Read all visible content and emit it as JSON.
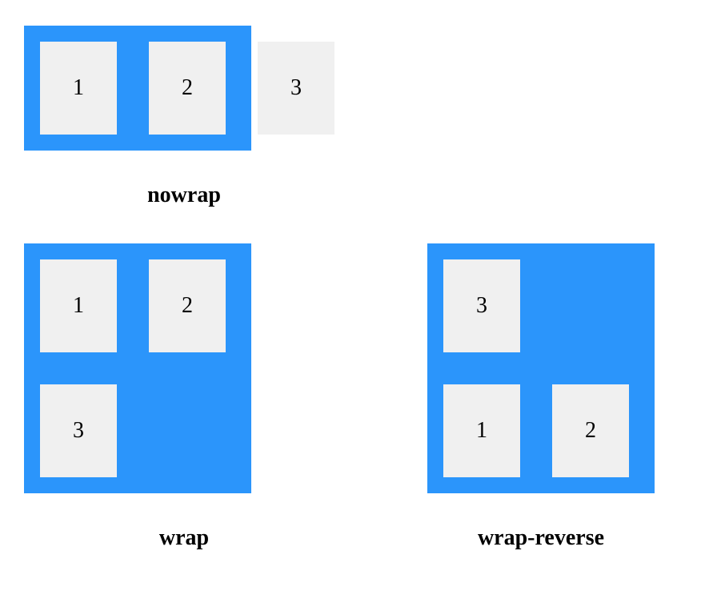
{
  "colors": {
    "container": "#2b95fb",
    "item": "#f0f0f0",
    "background": "#ffffff"
  },
  "examples": {
    "nowrap": {
      "caption": "nowrap",
      "items": [
        "1",
        "2",
        "3"
      ]
    },
    "wrap": {
      "caption": "wrap",
      "items": [
        "1",
        "2",
        "3"
      ]
    },
    "wrap_reverse": {
      "caption": "wrap-reverse",
      "items": [
        "3",
        "1",
        "2"
      ]
    }
  }
}
